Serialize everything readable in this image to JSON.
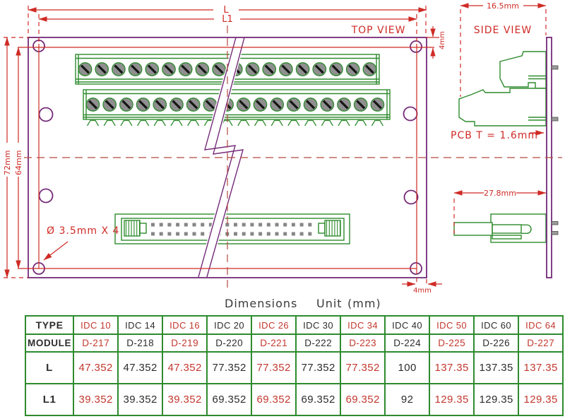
{
  "drawing": {
    "view_labels": {
      "top": "TOP VIEW",
      "side": "SIDE VIEW"
    },
    "dimensions": {
      "board_length": "L",
      "hole_span_length": "L1",
      "board_height": "72mm",
      "hole_span_height": "64mm",
      "hole_offset_top": "4mm",
      "hole_offset_right": "4mm",
      "side_depth": "16.5mm",
      "idc_depth": "27.8mm",
      "pcb_thickness": "PCB T = 1.6mm",
      "hole_note": "Ø 3.5mm X 4"
    },
    "colors": {
      "dimension_red": "#cf2b26",
      "centerline_red": "#b5493f",
      "outline_purple": "#742a78",
      "part_green": "#2e8b2e",
      "metal_gray": "#8f8f8f"
    },
    "counts": {
      "terminal_screws_row1": 18,
      "terminal_screws_row2": 18,
      "terminal_feet": 18,
      "idc_pins_per_row": 20
    }
  },
  "caption": {
    "title": "Dimensions",
    "unit_label": "Unit",
    "unit_value": "(mm)"
  },
  "table": {
    "row_headers": [
      "TYPE",
      "MODULE",
      "L",
      "L1"
    ],
    "columns": [
      {
        "type": "IDC 10",
        "module": "D-217",
        "L": "47.352",
        "L1": "39.352",
        "accent": true
      },
      {
        "type": "IDC 14",
        "module": "D-218",
        "L": "47.352",
        "L1": "39.352",
        "accent": false
      },
      {
        "type": "IDC 16",
        "module": "D-219",
        "L": "47.352",
        "L1": "39.352",
        "accent": true
      },
      {
        "type": "IDC 20",
        "module": "D-220",
        "L": "77.352",
        "L1": "69.352",
        "accent": false
      },
      {
        "type": "IDC 26",
        "module": "D-221",
        "L": "77.352",
        "L1": "69.352",
        "accent": true
      },
      {
        "type": "IDC 30",
        "module": "D-222",
        "L": "77.352",
        "L1": "69.352",
        "accent": false
      },
      {
        "type": "IDC 34",
        "module": "D-223",
        "L": "77.352",
        "L1": "69.352",
        "accent": true
      },
      {
        "type": "IDC 40",
        "module": "D-224",
        "L": "100",
        "L1": "92",
        "accent": false
      },
      {
        "type": "IDC 50",
        "module": "D-225",
        "L": "137.35",
        "L1": "129.35",
        "accent": true
      },
      {
        "type": "IDC 60",
        "module": "D-226",
        "L": "137.35",
        "L1": "129.35",
        "accent": false
      },
      {
        "type": "IDC 64",
        "module": "D-227",
        "L": "137.35",
        "L1": "129.35",
        "accent": true
      }
    ]
  }
}
